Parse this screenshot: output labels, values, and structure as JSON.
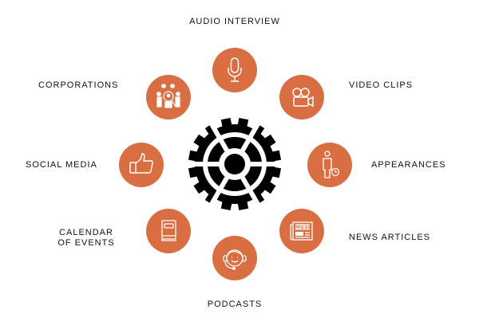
{
  "colors": {
    "accent": "#D96E43",
    "gear": "#000000",
    "text": "#111111"
  },
  "center": {
    "icon": "gear-icon"
  },
  "nodes": [
    {
      "id": "audio-interview",
      "label": "Audio Interview",
      "icon": "microphone-icon"
    },
    {
      "id": "video-clips",
      "label": "Video Clips",
      "icon": "video-camera-icon"
    },
    {
      "id": "appearances",
      "label": "Appearances",
      "icon": "person-clock-icon"
    },
    {
      "id": "news-articles",
      "label": "News Articles",
      "icon": "newspaper-icon",
      "icon_text": "PRESS"
    },
    {
      "id": "podcasts",
      "label": "Podcasts",
      "icon": "headset-icon"
    },
    {
      "id": "calendar-of-events",
      "label_line1": "Calendar",
      "label_line2": "of Events",
      "icon": "book-icon"
    },
    {
      "id": "social-media",
      "label": "Social Media",
      "icon": "thumbs-up-icon"
    },
    {
      "id": "corporations",
      "label": "Corporations",
      "icon": "group-search-icon"
    }
  ]
}
